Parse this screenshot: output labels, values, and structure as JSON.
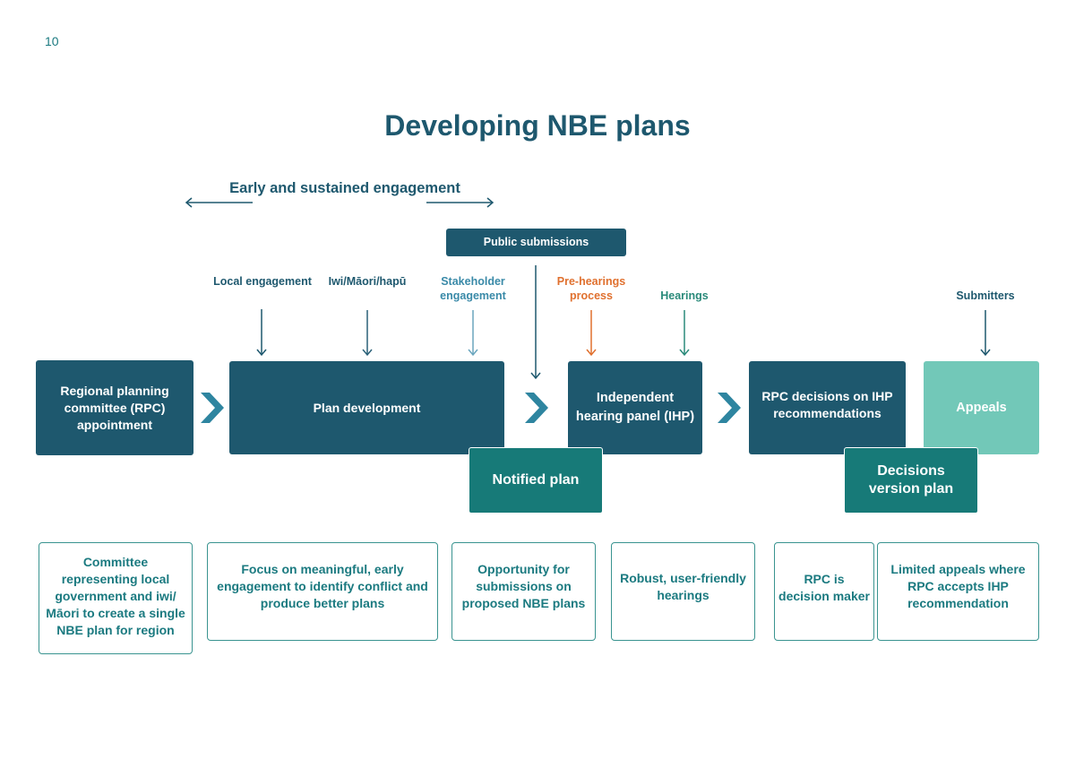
{
  "page_number": "10",
  "title": "Developing NBE plans",
  "engagement_span": {
    "label": "Early and sustained engagement"
  },
  "public_submissions": "Public submissions",
  "inputs": [
    {
      "label": "Local engagement",
      "color": "#1e586e"
    },
    {
      "label": "Iwi/Māori/hapū",
      "color": "#1e586e"
    },
    {
      "label": "Stakeholder engagement",
      "color": "#3a8aa8"
    },
    {
      "label": "Pre-hearings process",
      "color": "#e0702e"
    },
    {
      "label": "Hearings",
      "color": "#2a8a7a"
    },
    {
      "label": "Submitters",
      "color": "#1e586e"
    }
  ],
  "stages": [
    {
      "label": "Regional planning committee (RPC) appointment"
    },
    {
      "label": "Plan development"
    },
    {
      "label": "Independent hearing panel (IHP)"
    },
    {
      "label": "RPC decisions on IHP recommendations"
    },
    {
      "label": "Appeals"
    }
  ],
  "outputs": [
    {
      "label": "Notified plan"
    },
    {
      "label": "Decisions version plan"
    }
  ],
  "descriptions": [
    "Committee representing local government and iwi/ Māori to create a single NBE plan for region",
    "Focus on meaningful, early engagement to identify conflict and produce better plans",
    "Opportunity for submissions on proposed NBE plans",
    "Robust, user-friendly hearings",
    "RPC is decision maker",
    "Limited appeals where RPC accepts IHP recommendation"
  ],
  "colors": {
    "navy": "#1e586e",
    "teal": "#177a78",
    "mint": "#72c8b8",
    "chevron": "#2e85a0",
    "orange": "#e0702e"
  }
}
